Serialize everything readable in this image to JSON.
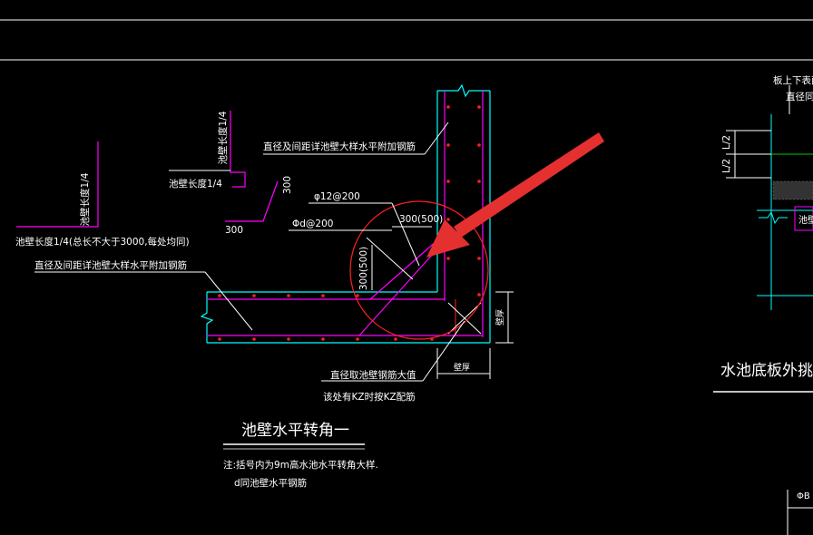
{
  "colors": {
    "background": "#000000",
    "white": "#ffffff",
    "cyan": "#00ffff",
    "magenta": "#ff00ff",
    "red": "#ff2020",
    "green": "#00cc00",
    "arrow": "#e53030"
  },
  "annotations": {
    "wall_quarter_a": "池壁长度1/4",
    "wall_quarter_b": "池壁长度1/4",
    "wall_quarter_c": "池壁长度1/4",
    "wall_quarter_note": "池壁长度1/4(总长不大于3000,每处均同)",
    "dim_300_a": "300",
    "dim_300_b": "300",
    "rebar_note_top": "直径及间距详池壁大样水平附加钢筋",
    "rebar_note_left": "直径及间距详池壁大样水平附加钢筋",
    "rebar_phi12": "φ12@200",
    "rebar_phid": "Φd@200",
    "dim_300_500_h": "300(500)",
    "dim_300_500_v": "300(500)",
    "wall_thickness_v": "壁厚",
    "wall_thickness_h": "壁厚",
    "take_max_note": "直径取池壁钢筋大值",
    "kz_note": "该处有KZ时按KZ配筋"
  },
  "title": {
    "main": "池壁水平转角一",
    "note_line1": "注:括号内为9m高水池水平转角大样.",
    "note_line2": "d同池壁水平钢筋"
  },
  "right_panel": {
    "top_label_1": "板上下表面",
    "top_label_2": "直径同底",
    "dim_l2_a": "L/2",
    "dim_l2_b": "L/2",
    "side_label": "池壁",
    "title": "水池底板外挑阳",
    "bottom_label": "ΦB"
  }
}
